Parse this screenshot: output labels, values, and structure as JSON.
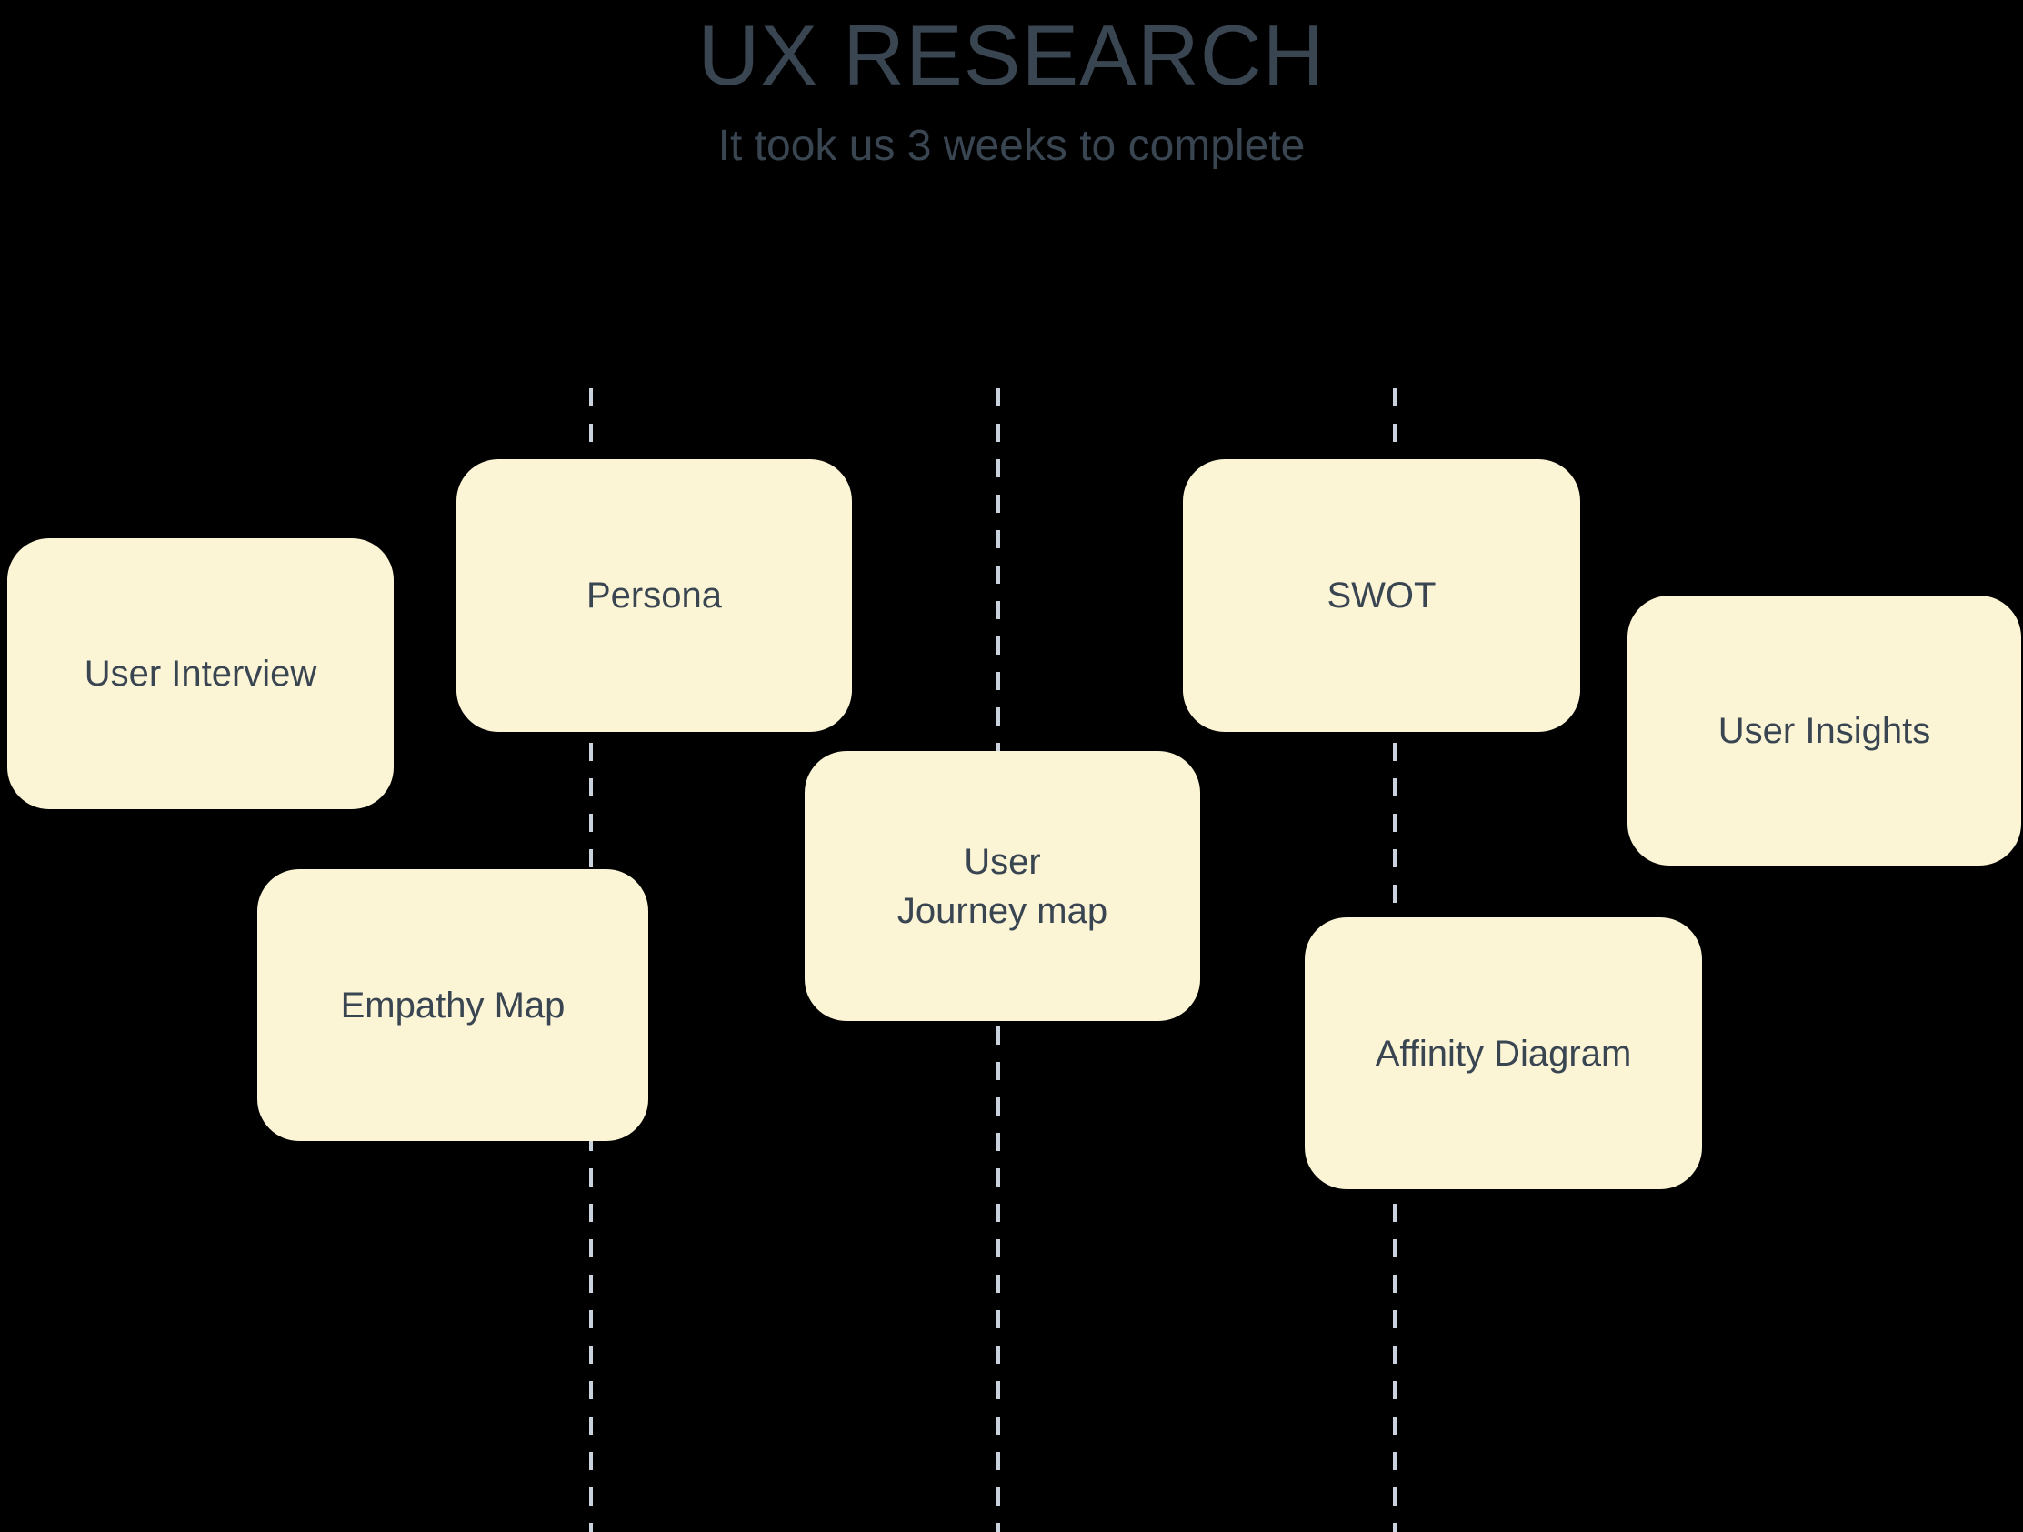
{
  "canvas": {
    "background": "#000000"
  },
  "header": {
    "title": "UX RESEARCH",
    "subtitle": "It took us 3 weeks to complete",
    "text_color": "#3A4552"
  },
  "timeline": {
    "divider_style": "vertical-dashed",
    "divider_color": "#C9D2DD",
    "divider_count": 3
  },
  "card_style": {
    "fill": "#FBF5D6",
    "text_color": "#3A4552"
  },
  "cards": [
    {
      "id": "user-interview",
      "label": "User Interview"
    },
    {
      "id": "persona",
      "label": "Persona"
    },
    {
      "id": "empathy-map",
      "label": "Empathy Map"
    },
    {
      "id": "user-journey-map",
      "label": "User\nJourney map"
    },
    {
      "id": "swot",
      "label": "SWOT"
    },
    {
      "id": "affinity-diagram",
      "label": "Affinity Diagram"
    },
    {
      "id": "user-insights",
      "label": "User Insights"
    }
  ]
}
